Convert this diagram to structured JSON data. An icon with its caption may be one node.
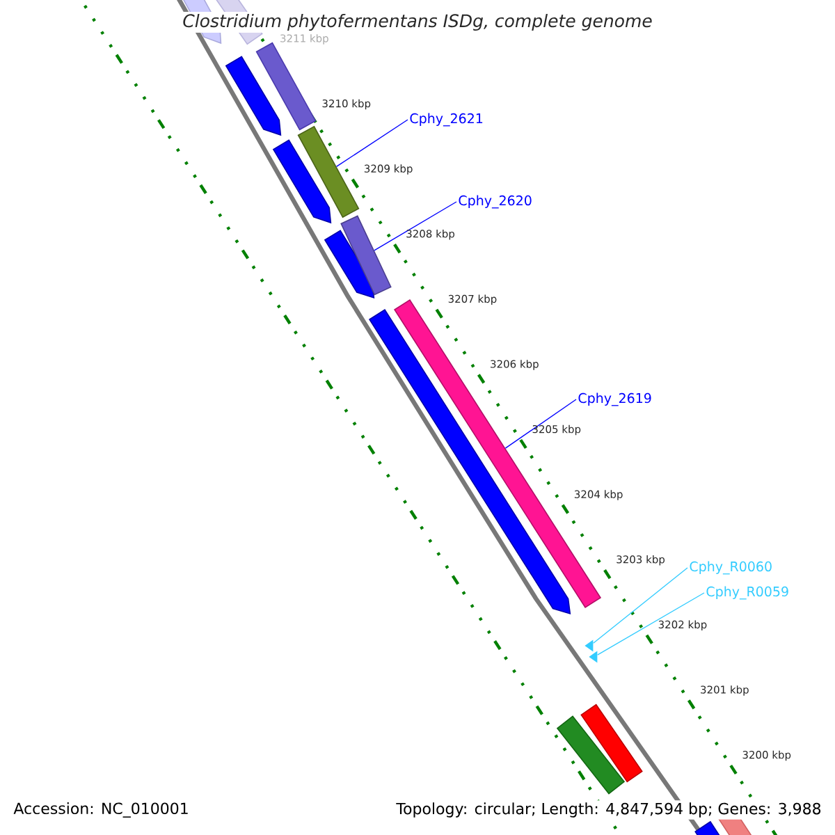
{
  "diagram": {
    "title": "Clostridium phytofermentans ISDg, complete genome",
    "nodes": [
      {
        "text": [
          "Cphy_2621"
        ]
      },
      {
        "text": [],
        "shape": "bar"
      },
      {
        "text": [
          "Cphy_2620"
        ]
      },
      {
        "text": [],
        "shape": "bar"
      },
      {
        "text": [
          "Cphy_2619"
        ]
      },
      {
        "text": [],
        "shape": "bar"
      },
      {
        "text": [
          "Cphy_R0060"
        ]
      },
      {
        "text": [],
        "shape": "triangle"
      },
      {
        "text": [
          "Cphy_R0059"
        ]
      },
      {
        "text": [],
        "shape": "triangle"
      }
    ],
    "edges": [
      {
        "from": 0,
        "to": 1,
        "arrow": "none"
      },
      {
        "from": 2,
        "to": 3,
        "arrow": "none"
      },
      {
        "from": 4,
        "to": 5,
        "arrow": "none"
      },
      {
        "from": 6,
        "to": 7,
        "arrow": "none",
        "color": "#33ccff"
      },
      {
        "from": 8,
        "to": 9,
        "arrow": "none",
        "color": "#33ccff"
      }
    ],
    "labels": [
      "3211 kbp",
      "3210 kbp",
      "3209 kbp",
      "3208 kbp",
      "3207 kbp",
      "3206 kbp",
      "3205 kbp",
      "3204 kbp",
      "3203 kbp",
      "3202 kbp",
      "3201 kbp",
      "3200 kbp",
      "Accession: NC_010001",
      "Topology: circular; Length: 4,847,594 bp; Genes: 3,988"
    ]
  }
}
